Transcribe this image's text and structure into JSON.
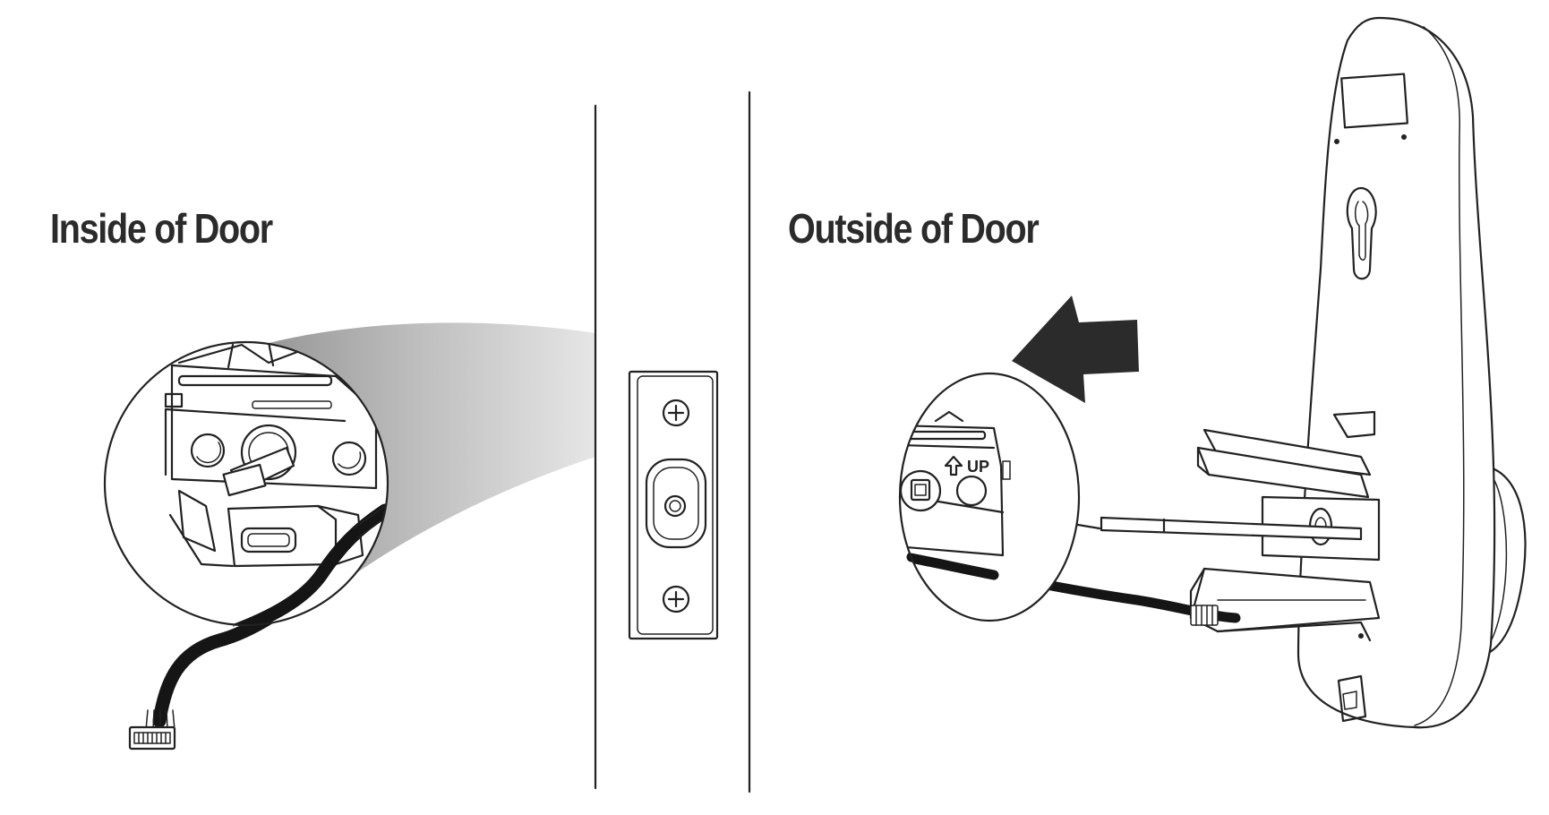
{
  "labels": {
    "inside": "Inside of Door",
    "outside": "Outside of Door",
    "up_marker": "UP"
  },
  "colors": {
    "line": "#222222",
    "label": "#2b2b2b",
    "cable": "#151515",
    "arrow": "#2b2b2b"
  },
  "icons": [
    "screw-icon",
    "direction-arrow-icon",
    "up-arrow-icon"
  ]
}
